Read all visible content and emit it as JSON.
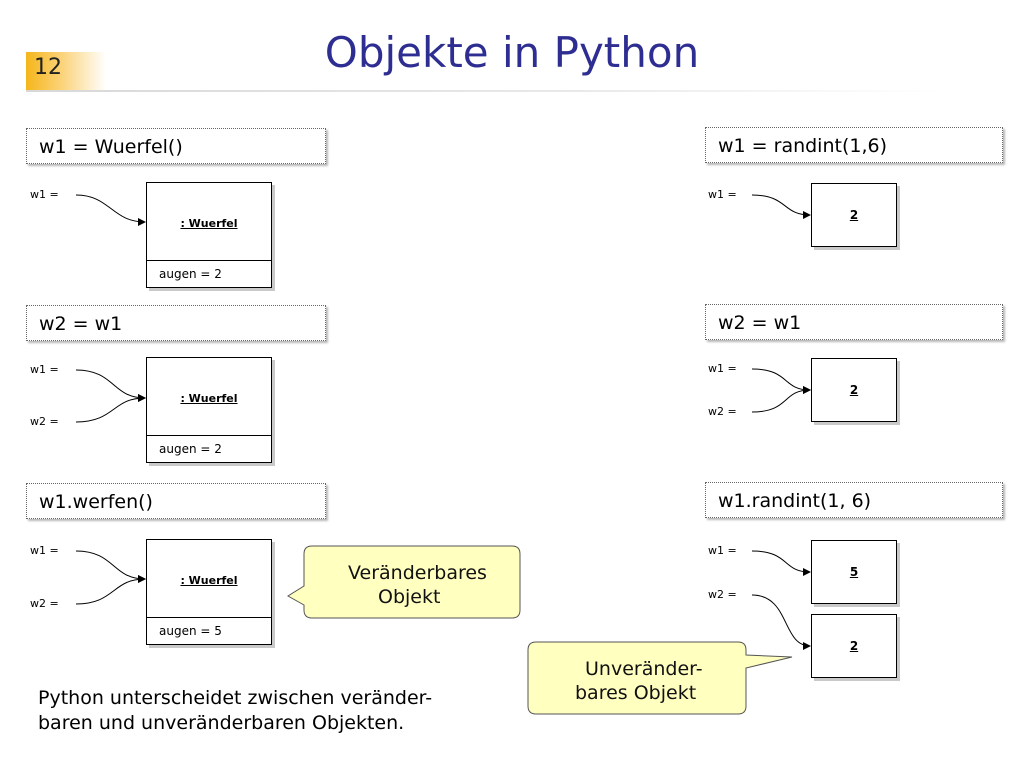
{
  "slide": {
    "number": "12",
    "title": "Objekte in Python"
  },
  "left": {
    "step1": {
      "code": "w1 = Wuerfel()",
      "var1": "w1  =",
      "obj_name": ": Wuerfel",
      "attr": "augen  =  2"
    },
    "step2": {
      "code": "w2 = w1",
      "var1": "w1  =",
      "var2": "w2  =",
      "obj_name": ": Wuerfel",
      "attr": "augen  =  2"
    },
    "step3": {
      "code": "w1.werfen()",
      "var1": "w1  =",
      "var2": "w2  =",
      "obj_name": ": Wuerfel",
      "attr": "augen  =  5"
    }
  },
  "right": {
    "step1": {
      "code": "w1 = randint(1,6)",
      "var1": "w1  =",
      "value": "2"
    },
    "step2": {
      "code": "w2 = w1",
      "var1": "w1  =",
      "var2": "w2  =",
      "value": "2"
    },
    "step3": {
      "code": "w1.randint(1, 6)",
      "var1": "w1  =",
      "var2": "w2  =",
      "value_a": "5",
      "value_b": "2"
    }
  },
  "callouts": {
    "mutable": {
      "line1": "Veränderbares",
      "line2": "Objekt"
    },
    "immutable": {
      "line1": "Unveränder-",
      "line2": "bares Objekt"
    }
  },
  "note": {
    "line1": "Python unterscheidet zwischen veränder-",
    "line2": "baren und unveränderbaren Objekten."
  },
  "colors": {
    "title": "#2e2e92",
    "callout_fill": "#ffffc0",
    "slide_number_accent": "#f5b61b"
  }
}
